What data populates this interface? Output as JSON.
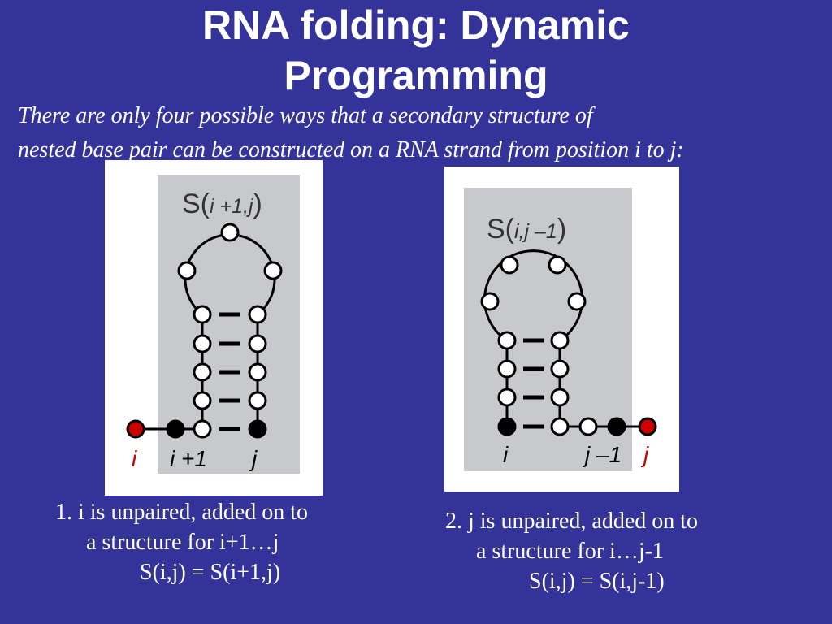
{
  "slide": {
    "title_line1": "RNA folding: Dynamic",
    "title_line2": "Programming",
    "intro_line1": "There are only four possible ways that a secondary structure of",
    "intro_line2": "nested base pair can be constructed on a RNA strand from position i to j:"
  },
  "diagram_left": {
    "label_S": "S(",
    "label_args": "i +1,j",
    "label_close": ")",
    "pos_i": "i",
    "pos_i1": "i +1",
    "pos_j": "j"
  },
  "diagram_right": {
    "label_S": "S(",
    "label_args": "i,j –1",
    "label_close": ")",
    "pos_i": "i",
    "pos_j1": "j –1",
    "pos_j": "j"
  },
  "captions": {
    "case1_number": "1.",
    "case1_line1": "i is unpaired, added on to",
    "case1_line2": "a structure for i+1…j",
    "case1_formula": "S(i,j) = S(i+1,j)",
    "case2_number": "2.",
    "case2_line1": "j is unpaired, added on to",
    "case2_line2": "a structure for i…j-1",
    "case2_formula": "S(i,j) = S(i,j-1)"
  },
  "colors": {
    "background": "#333399",
    "panel_gray": "#c8c9cc",
    "highlight_red": "#cc0000",
    "base_black": "#000000"
  }
}
